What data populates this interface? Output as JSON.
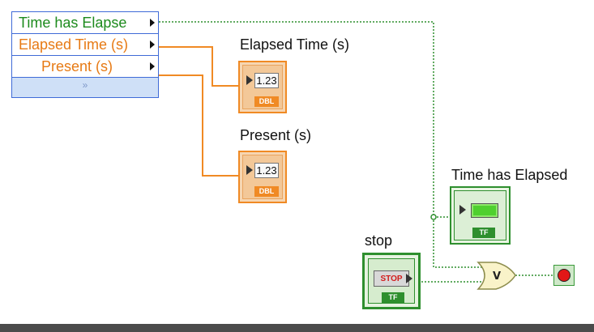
{
  "node": {
    "rows": [
      {
        "label": "Time has Elapse"
      },
      {
        "label": "Elapsed Time (s)"
      },
      {
        "label": "Present (s)"
      }
    ],
    "expander_glyph": "»"
  },
  "indicators": {
    "elapsed": {
      "label": "Elapsed Time (s)",
      "value": "1.23",
      "type": "DBL"
    },
    "present": {
      "label": "Present (s)",
      "value": "1.23",
      "type": "DBL"
    },
    "time_elapsed": {
      "label": "Time has Elapsed",
      "type": "TF"
    }
  },
  "stop": {
    "label": "stop",
    "button_text": "STOP",
    "type": "TF"
  },
  "or_gate": {
    "symbol": "V"
  },
  "colors": {
    "boolean_wire": "#2e8f2e",
    "numeric_wire": "#f08a24"
  }
}
